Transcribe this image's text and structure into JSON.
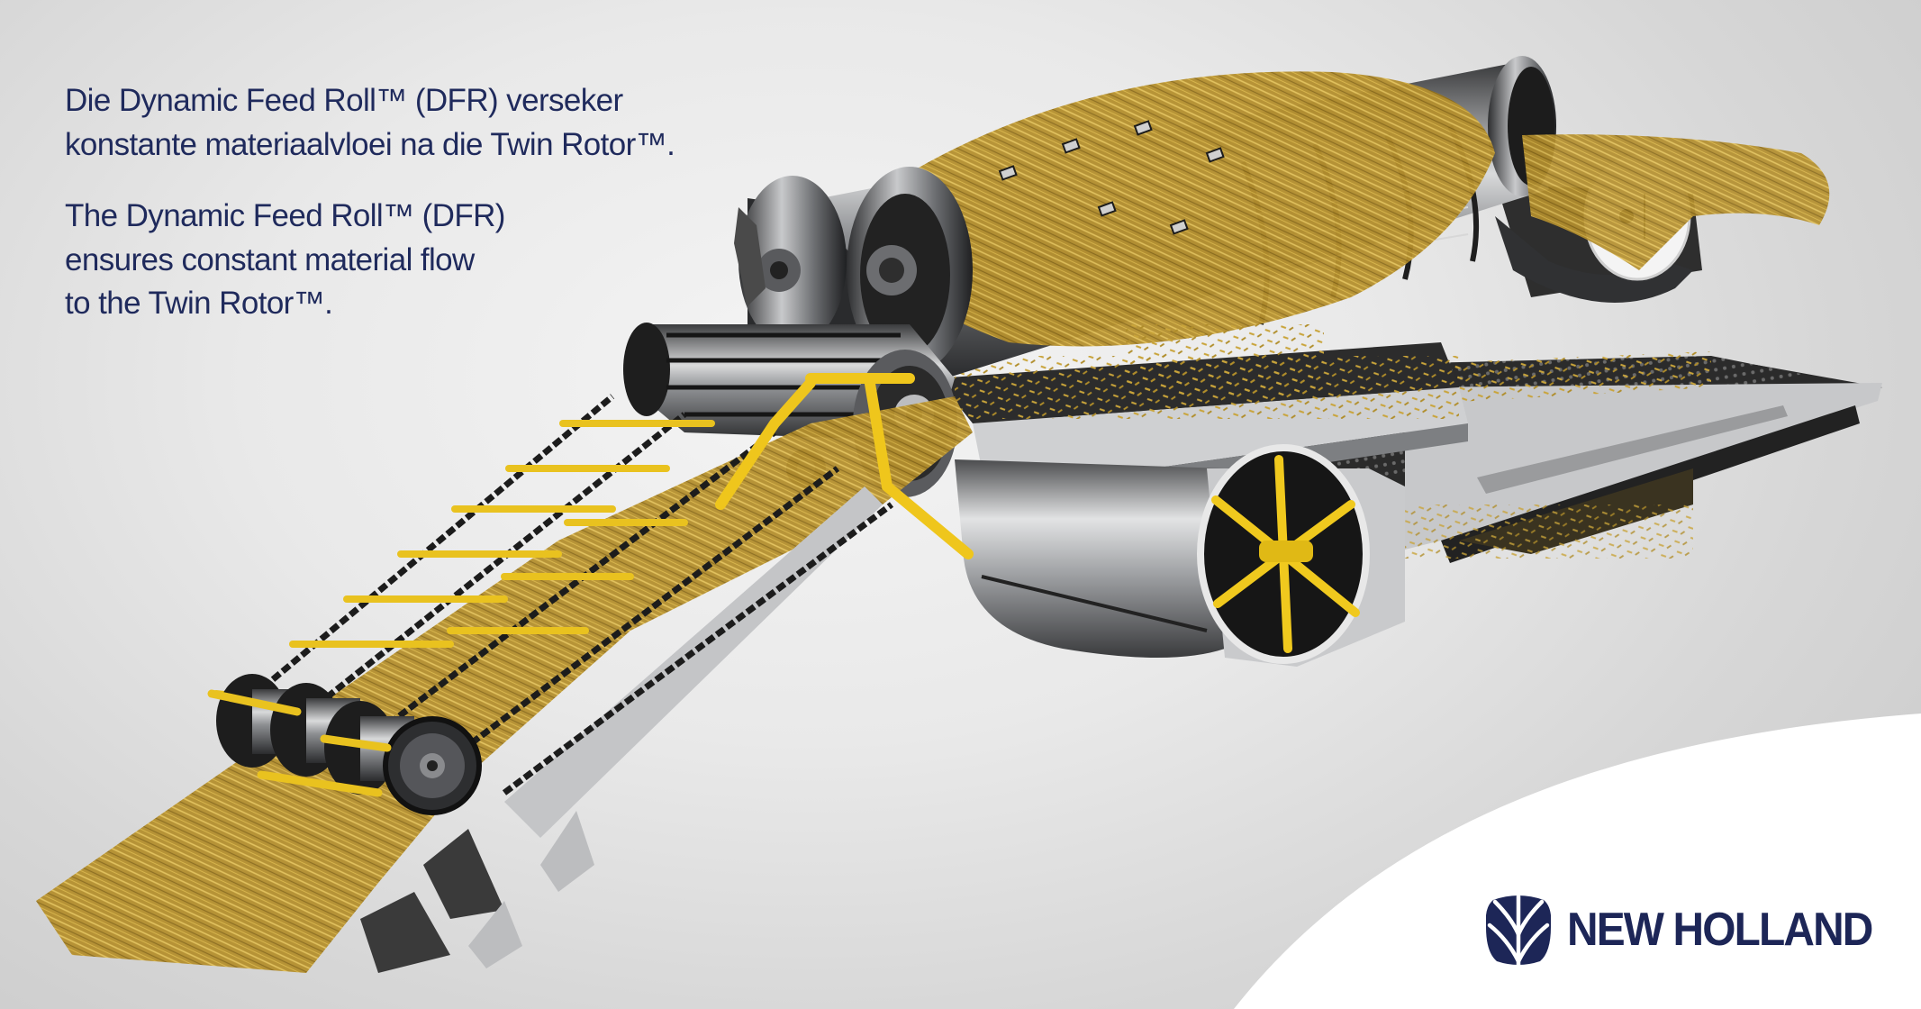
{
  "caption": {
    "afrikaans": {
      "lines": [
        "Die Dynamic Feed Roll™ (DFR) verseker",
        "konstante materiaalvloei na die Twin Rotor™."
      ]
    },
    "english": {
      "lines": [
        "The Dynamic Feed Roll™ (DFR)",
        "ensures constant material flow",
        "to the Twin Rotor™."
      ]
    }
  },
  "illustration": {
    "subject": "Cutaway render of combine harvester crop flow: feeder conveyor, Dynamic Feed Roll, Twin Rotor, cleaning fan and sieves",
    "components": [
      "feeder-conveyor",
      "dynamic-feed-roll",
      "twin-rotor",
      "straw-beater-disc",
      "cleaning-fan",
      "sieves"
    ]
  },
  "brand": {
    "name": "NEW HOLLAND",
    "color": "#1d2657",
    "emblem": "leaf-emblem-icon"
  },
  "colors": {
    "text": "#1f2a5c",
    "straw": "#c9a43a",
    "yellow_parts": "#f0c91e",
    "steel": "#8d8f92",
    "background": "#e6e6e6"
  }
}
